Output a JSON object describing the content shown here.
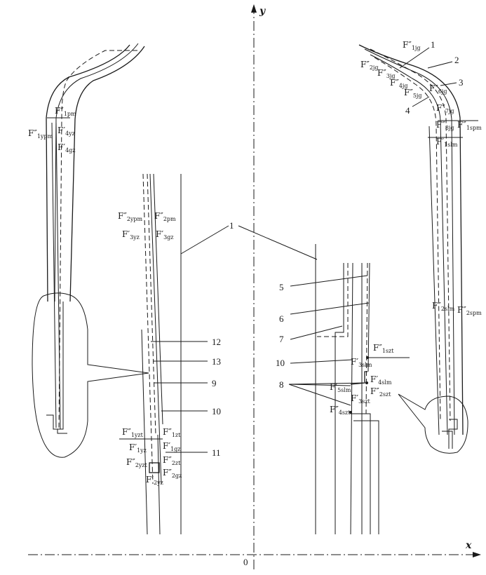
{
  "axes": {
    "x": "x",
    "y": "y",
    "origin": "0"
  },
  "numbers": {
    "n1_top": "1",
    "n2": "2",
    "n3": "3",
    "n4": "4",
    "n1_center": "1",
    "n5": "5",
    "n6": "6",
    "n7": "7",
    "n8": "8",
    "n9": "9",
    "n10_left": "10",
    "n10_right": "10",
    "n11": "11",
    "n12": "12",
    "n13": "13"
  },
  "left_labels": {
    "f1pm": "F″",
    "f1pm_sub": "1pm",
    "f1ypm": "F″",
    "f1ypm_sub": "1ypm",
    "f4yz": "F′",
    "f4yz_sub": "4yz",
    "f4gz": "F′",
    "f4gz_sub": "4gz"
  },
  "mid_labels": {
    "f2ypm": "F″",
    "f2ypm_sub": "2ypm",
    "f2pm": "F″",
    "f2pm_sub": "2pm",
    "f3yz": "F′",
    "f3yz_sub": "3yz",
    "f3gz": "F′",
    "f3gz_sub": "3gz",
    "f1yzt": "F″",
    "f1yzt_sub": "1yzt",
    "f1zt": "F″",
    "f1zt_sub": "1zt",
    "f1yz": "F′",
    "f1yz_sub": "1yz",
    "f1gz": "F′",
    "f1gz_sub": "1gz",
    "f2yzt": "F″",
    "f2yzt_sub": "2yzt",
    "f2zt": "F″",
    "f2zt_sub": "2zt",
    "f2yz": "F′",
    "f2yz_sub": "2yz",
    "f2gz": "F″",
    "f2gz_sub": "2gz"
  },
  "right_labels": {
    "f1jg": "F″",
    "f1jg_sub": "1jg",
    "f2jg": "F″",
    "f2jg_sub": "2jg",
    "f3jg": "F″",
    "f3jg_sub": "3jg",
    "f4jg": "F″",
    "f4jg_sub": "4jg",
    "f5jg": "F″",
    "f5jg_sub": "5jg",
    "f6jg": "F″",
    "f6jg_sub": "6jg",
    "f7jg": "F″",
    "f7jg_sub": "7jg",
    "f8jg": "F″",
    "f8jg_sub": "8jg",
    "f1spm": "F″",
    "f1spm_sub": "1spm",
    "f1slm": "F′",
    "f1slm_sub": "1slm",
    "f2slm": "F″",
    "f2slm_sub": "2slm",
    "f2spm": "F″",
    "f2spm_sub": "2spm",
    "f1szt": "F″",
    "f1szt_sub": "1szt",
    "f3slm": "F′",
    "f3slm_sub": "3slm",
    "f4slm": "F′",
    "f4slm_sub": "4slm",
    "f5slm": "F′",
    "f5slm_sub": "5slm",
    "f2szt": "F″",
    "f2szt_sub": "2szt",
    "f3szt": "F′",
    "f3szt_sub": "3szt",
    "f4szt": "F″",
    "f4szt_sub": "4szt"
  }
}
